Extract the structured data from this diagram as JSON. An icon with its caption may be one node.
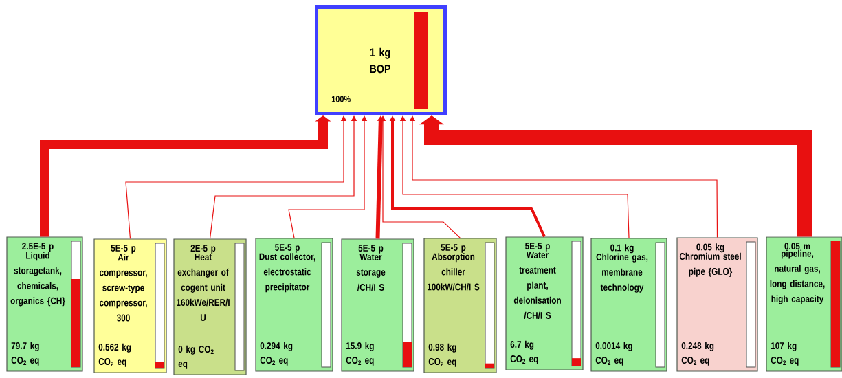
{
  "diagram": {
    "nodes": [
      {
        "text": [
          "1 kg BOP",
          "100%"
        ]
      },
      {
        "text": [
          "2.5E-5 p",
          "Liquid storagetank, chemicals, organics {CH}",
          "79.7 kg CO$_{2}$ eq"
        ]
      },
      {
        "text": [
          "5E-5 p",
          "Air compressor, screw-type compressor, 300",
          "0.562 kg CO$_{2}$ eq"
        ]
      },
      {
        "text": [
          "2E-5 p",
          "Heat exchanger of cogent unit 160kWe/RER/I U",
          "0 kg CO$_{2}$ eq"
        ]
      },
      {
        "text": [
          "5E-5 p",
          "Dust collector, electrostatic precipitator",
          "0.294 kg CO$_{2}$ eq"
        ]
      },
      {
        "text": [
          "5E-5 p",
          "Water storage /CH/I S",
          "15.9 kg CO$_{2}$ eq"
        ]
      },
      {
        "text": [
          "5E-5 p",
          "Absorption chiller 100kW/CH/I S",
          "0.98 kg CO$_{2}$ eq"
        ]
      },
      {
        "text": [
          "5E-5 p",
          "Water treatment plant, deionisation /CH/I S",
          "6.7 kg CO$_{2}$ eq"
        ]
      },
      {
        "text": [
          "0.1 kg",
          "Chlorine gas, membrane technology",
          "0.0014 kg CO$_{2}$ eq"
        ]
      },
      {
        "text": [
          "0.05 kg",
          "Chromium steel pipe {GLO}",
          "0.248 kg CO$_{2}$ eq"
        ]
      },
      {
        "text": [
          "0.05 m",
          "pipeline, natural gas, long distance, high capacity",
          "107 kg CO$_{2}$ eq"
        ]
      }
    ],
    "edges": [
      {
        "from": 1,
        "to": 0,
        "arrow": "to",
        "style": "thick"
      },
      {
        "from": 2,
        "to": 0,
        "arrow": "to"
      },
      {
        "from": 3,
        "to": 0,
        "arrow": "to"
      },
      {
        "from": 4,
        "to": 0,
        "arrow": "to"
      },
      {
        "from": 5,
        "to": 0,
        "arrow": "to",
        "style": "thick"
      },
      {
        "from": 6,
        "to": 0,
        "arrow": "to"
      },
      {
        "from": 7,
        "to": 0,
        "arrow": "to",
        "style": "thick"
      },
      {
        "from": 8,
        "to": 0,
        "arrow": "to"
      },
      {
        "from": 9,
        "to": 0,
        "arrow": "to"
      },
      {
        "from": 10,
        "to": 0,
        "arrow": "to",
        "style": "thick"
      }
    ]
  }
}
